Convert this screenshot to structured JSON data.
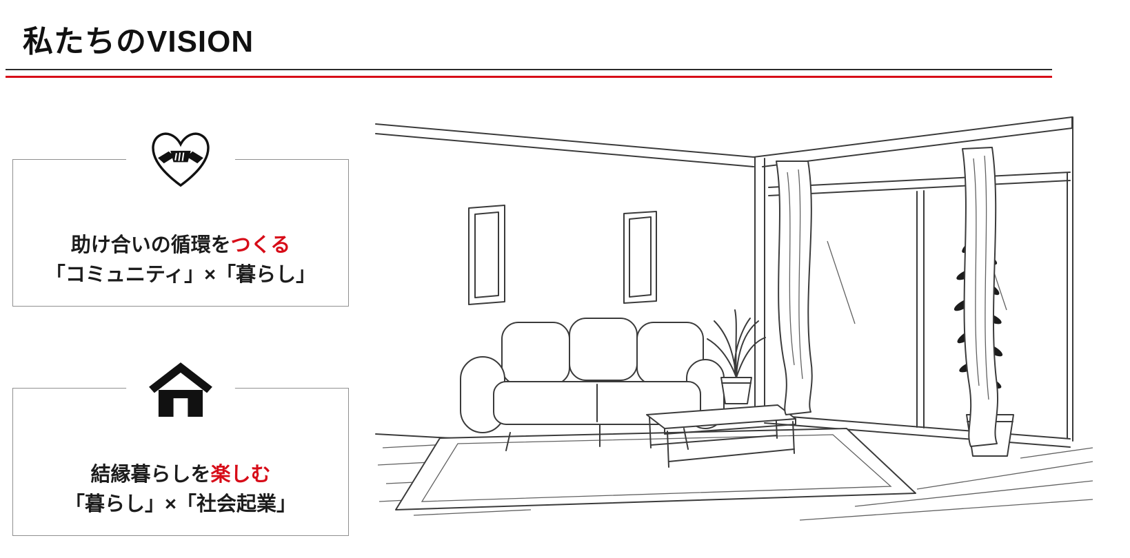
{
  "header": {
    "title": "私たちのVISION"
  },
  "colors": {
    "accent_red": "#d70c18",
    "ink": "#1c1c1c",
    "box_border": "#8f8f8f"
  },
  "vision_items": [
    {
      "icon": "handshake-heart-icon",
      "line1_prefix": "助け合いの循環を",
      "line1_highlight": "つくる",
      "line2": "「コミュニティ」×「暮らし」"
    },
    {
      "icon": "house-icon",
      "line1_prefix": "結縁暮らしを",
      "line1_highlight": "楽しむ",
      "line2": "「暮らし」×「社会起業」"
    }
  ],
  "illustration": {
    "name": "living-room-line-art"
  }
}
